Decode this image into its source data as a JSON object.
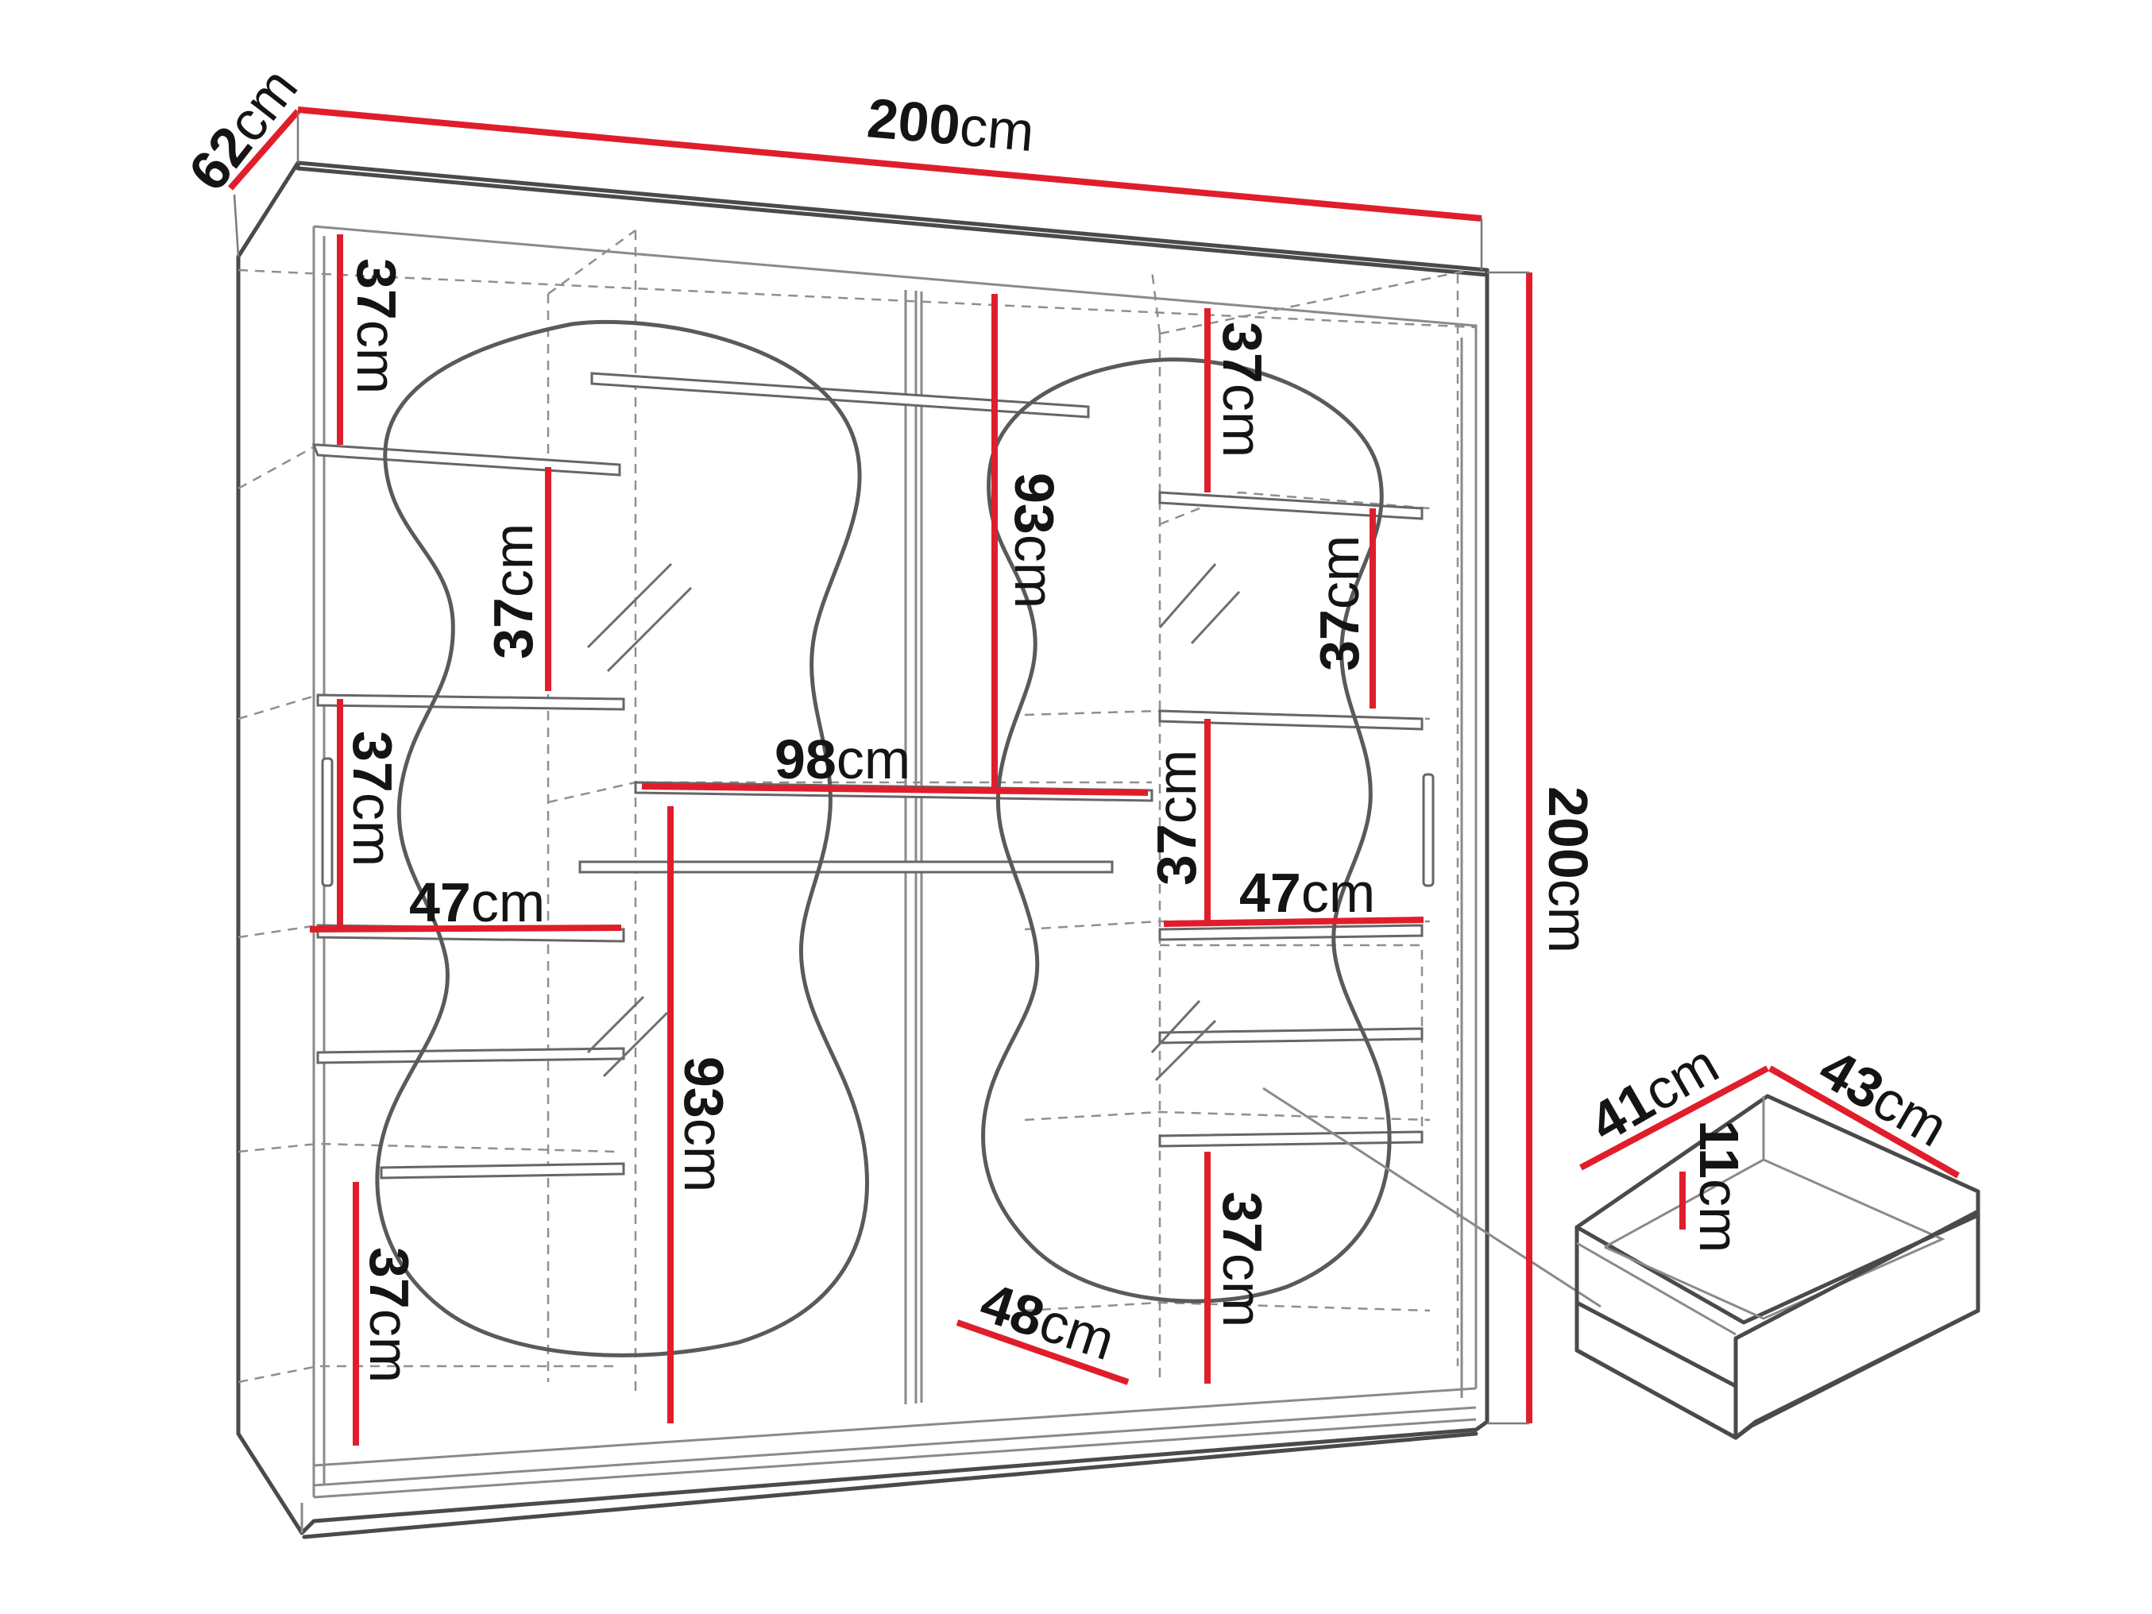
{
  "dimensions": {
    "depth": {
      "value": "62",
      "unit": "cm"
    },
    "width": {
      "value": "200",
      "unit": "cm"
    },
    "height": {
      "value": "200",
      "unit": "cm"
    },
    "left_shelf_1": {
      "value": "37",
      "unit": "cm"
    },
    "left_shelf_2": {
      "value": "37",
      "unit": "cm"
    },
    "left_shelf_3": {
      "value": "37",
      "unit": "cm"
    },
    "left_shelf_4": {
      "value": "37",
      "unit": "cm"
    },
    "left_shelf_width": {
      "value": "47",
      "unit": "cm"
    },
    "center_width": {
      "value": "98",
      "unit": "cm"
    },
    "center_upper_height": {
      "value": "93",
      "unit": "cm"
    },
    "center_lower_height": {
      "value": "93",
      "unit": "cm"
    },
    "bottom_depth": {
      "value": "48",
      "unit": "cm"
    },
    "right_shelf_1": {
      "value": "37",
      "unit": "cm"
    },
    "right_shelf_2": {
      "value": "37",
      "unit": "cm"
    },
    "right_shelf_3": {
      "value": "37",
      "unit": "cm"
    },
    "right_shelf_4": {
      "value": "37",
      "unit": "cm"
    },
    "right_shelf_width": {
      "value": "47",
      "unit": "cm"
    },
    "drawer_depth": {
      "value": "41",
      "unit": "cm"
    },
    "drawer_width": {
      "value": "43",
      "unit": "cm"
    },
    "drawer_height": {
      "value": "11",
      "unit": "cm"
    }
  },
  "colors": {
    "dimension_line": "#e01e2b",
    "outline": "#4a4a4a",
    "text": "#141414"
  }
}
